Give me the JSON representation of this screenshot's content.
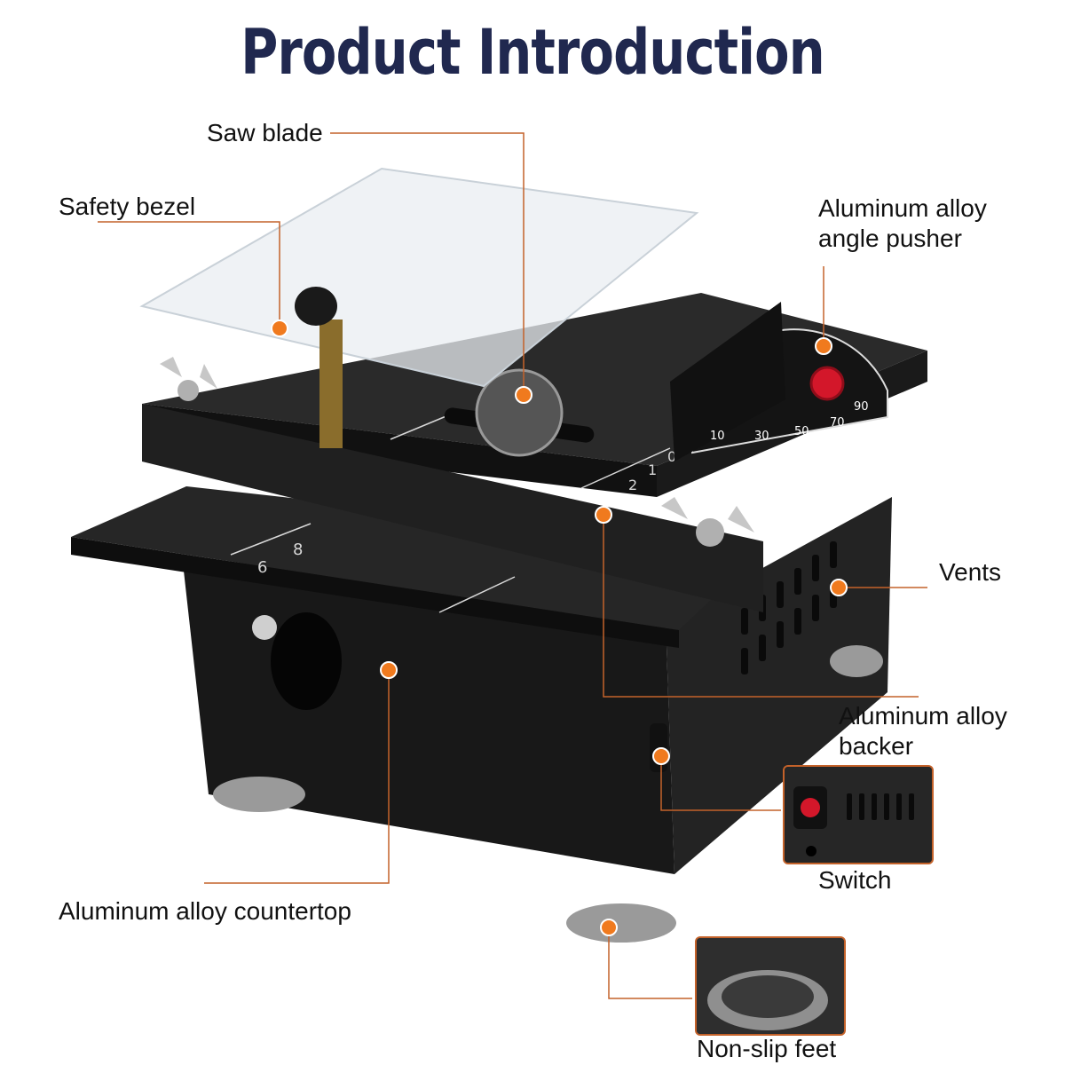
{
  "title": "Product Introduction",
  "colors": {
    "title": "#20284f",
    "label": "#111111",
    "accent": "#f07a1e",
    "leader_line": "#c4622a",
    "machine_body": "#1b1b1b",
    "knob": "#d3172a",
    "acrylic": "#e9eef2"
  },
  "labels": {
    "saw_blade": "Saw blade",
    "safety_bezel": "Safety bezel",
    "angle_pusher": "Aluminum alloy angle pusher",
    "vents": "Vents",
    "backer": "Aluminum alloy backer",
    "switch": "Switch",
    "countertop": "Aluminum alloy countertop",
    "feet": "Non-slip feet"
  },
  "scales": {
    "protractor_ticks": [
      "10",
      "30",
      "50",
      "70",
      "90"
    ],
    "ruler_marks": [
      "0",
      "1",
      "2",
      "6",
      "8"
    ]
  },
  "icons": [
    "wing-nut-icon",
    "knob-icon",
    "power-switch-icon",
    "suction-foot-icon"
  ]
}
